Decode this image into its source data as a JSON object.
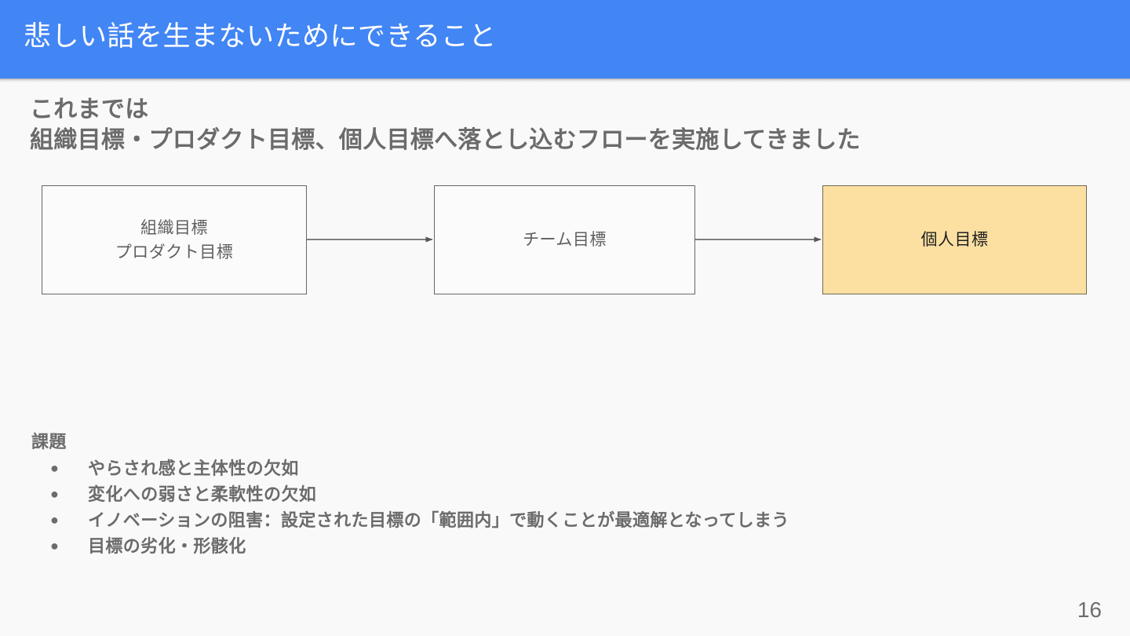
{
  "slide": {
    "background_color": "#f9f9f9",
    "page_number": "16"
  },
  "header": {
    "title": "悲しい話を生まないためにできること",
    "background_color": "#4285f4",
    "text_color": "#ffffff"
  },
  "subtitle": {
    "line1": "これまでは",
    "line2": "組織目標・プロダクト目標、個人目標へ落とし込むフローを実施してきました",
    "text_color": "#6b6b6b"
  },
  "diagram": {
    "type": "flow",
    "boxes": [
      {
        "id": "box-1",
        "line1": "組織目標",
        "line2": "プロダクト目標",
        "fill": "#fbfbfb",
        "border": "#666666",
        "text_color": "#5f5f5f",
        "highlighted": false
      },
      {
        "id": "box-2",
        "line1": "チーム目標",
        "line2": "",
        "fill": "#fbfbfb",
        "border": "#666666",
        "text_color": "#5f5f5f",
        "highlighted": false
      },
      {
        "id": "box-3",
        "line1": "個人目標",
        "line2": "",
        "fill": "#fce0a2",
        "border": "#6f6a57",
        "text_color": "#1f1f1f",
        "highlighted": true
      }
    ],
    "arrows": [
      {
        "from": "box-1",
        "to": "box-2"
      },
      {
        "from": "box-2",
        "to": "box-3"
      }
    ],
    "arrow_color": "#555555"
  },
  "issues": {
    "heading": "課題",
    "bullet_glyph": "●",
    "items": [
      "やらされ感と主体性の欠如",
      "変化への弱さと柔軟性の欠如",
      "イノベーションの阻害：設定された目標の「範囲内」で動くことが最適解となってしまう",
      "目標の劣化・形骸化"
    ],
    "text_color": "#6b6b6b"
  }
}
